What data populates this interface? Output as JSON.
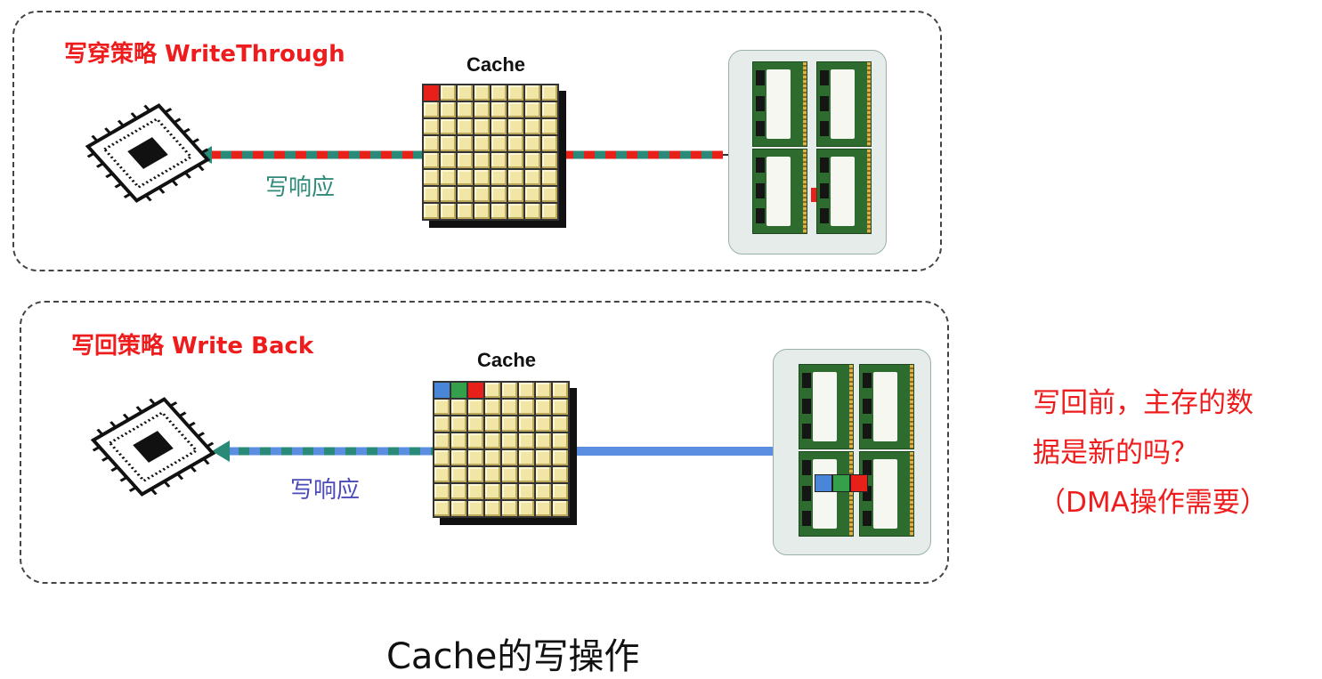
{
  "write_through": {
    "title": "写穿策略 WriteThrough",
    "cache_label": "Cache",
    "response_label": "写响应"
  },
  "write_back": {
    "title": "写回策略 Write Back",
    "cache_label": "Cache",
    "response_label": "写响应"
  },
  "side_note": {
    "line1": "写回前，主存的数",
    "line2": "据是新的吗？",
    "line3": "（DMA操作需要）"
  },
  "footer": "Cache的写操作",
  "colors": {
    "title_red": "#ee1c1c",
    "teal": "#2a8a78",
    "wb_blue": "#5b8ee0",
    "wb_label": "#4a4ab8",
    "wt_label": "#2f8a7a",
    "cell_red": "#e8201a",
    "cell_blue": "#4a86d8",
    "cell_green": "#34a04a"
  },
  "icons": [
    "cpu-chip-icon",
    "memory-module-icon"
  ]
}
